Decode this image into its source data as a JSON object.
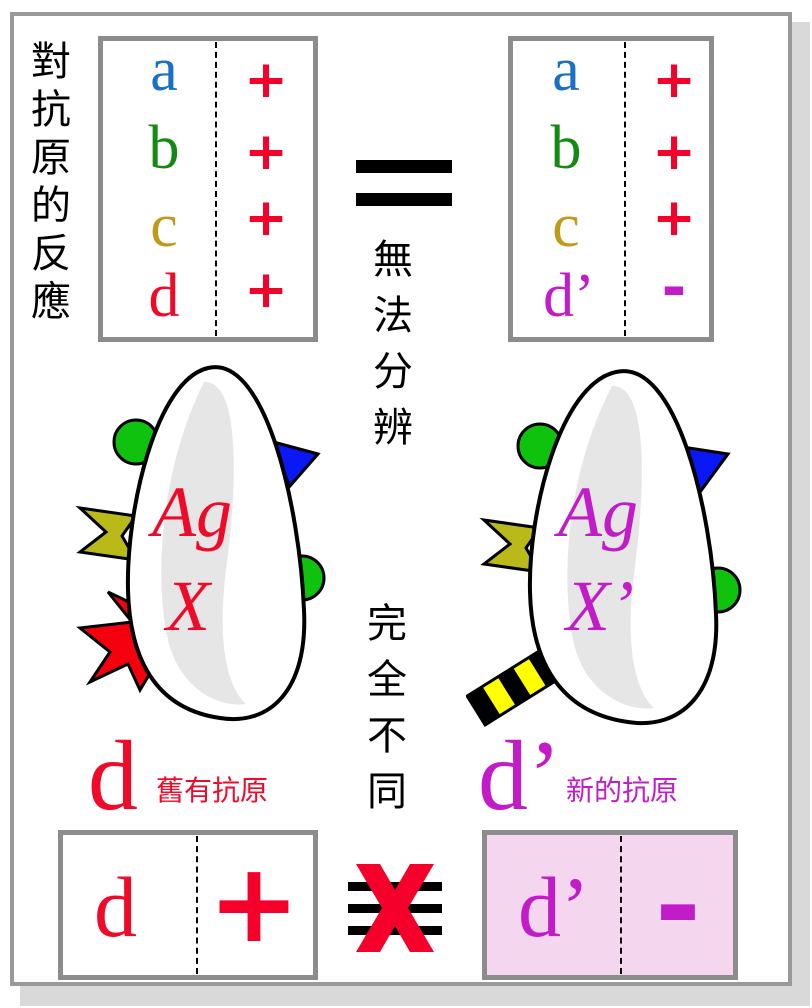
{
  "label_antibody_reaction": [
    "對",
    "抗",
    "原",
    "的",
    "反",
    "應"
  ],
  "label_indistinguishable": [
    "無",
    "法",
    "分",
    "辨"
  ],
  "label_completely_different": [
    "完",
    "全",
    "不",
    "同"
  ],
  "left_table": {
    "rows": [
      {
        "epitope": "a",
        "reaction": "+"
      },
      {
        "epitope": "b",
        "reaction": "+"
      },
      {
        "epitope": "c",
        "reaction": "+"
      },
      {
        "epitope": "d",
        "reaction": "+"
      }
    ]
  },
  "right_table": {
    "rows": [
      {
        "epitope": "a",
        "reaction": "+"
      },
      {
        "epitope": "b",
        "reaction": "+"
      },
      {
        "epitope": "c",
        "reaction": "+"
      },
      {
        "epitope": "d’",
        "reaction": "-"
      }
    ]
  },
  "left_antigen": {
    "line1": "Ag",
    "line2": "X"
  },
  "right_antigen": {
    "line1": "Ag",
    "line2": "X’"
  },
  "left_caption": {
    "letter": "d",
    "text": "舊有抗原"
  },
  "right_caption": {
    "letter": "d’",
    "text": "新的抗原"
  },
  "bottom_left": {
    "epitope": "d",
    "reaction": "+"
  },
  "bottom_right": {
    "epitope": "d’",
    "reaction": "-"
  },
  "colors": {
    "a": "#1a6fc6",
    "b": "#138a13",
    "c": "#c19a1c",
    "d": "#f00a2a",
    "d_prime": "#c21cc8",
    "plus": "#f5002a",
    "frame": "#9a9a9a",
    "pink_box": "#f4d6ee"
  },
  "icons": [
    "equals-icon",
    "not-equivalent-icon",
    "antigen-x-icon",
    "antigen-x-prime-icon"
  ]
}
